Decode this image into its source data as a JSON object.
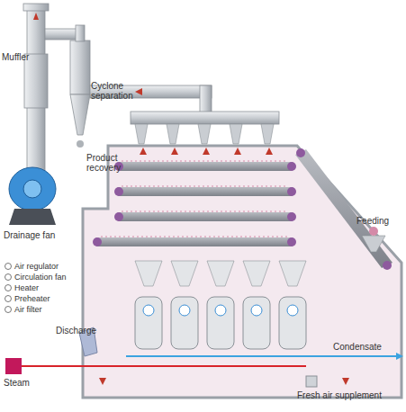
{
  "diagram": {
    "labels": [
      "Muffler",
      "Cyclone separation",
      "Product recovery",
      "Drainage fan",
      "Feeding",
      "Discharge",
      "Steam",
      "Condensate",
      "Fresh air supplement"
    ],
    "legend": [
      {
        "text": "Air regulator"
      },
      {
        "text": "Circulation fan"
      },
      {
        "text": "Heater"
      },
      {
        "text": "Preheater"
      },
      {
        "text": "Air filter"
      }
    ]
  }
}
